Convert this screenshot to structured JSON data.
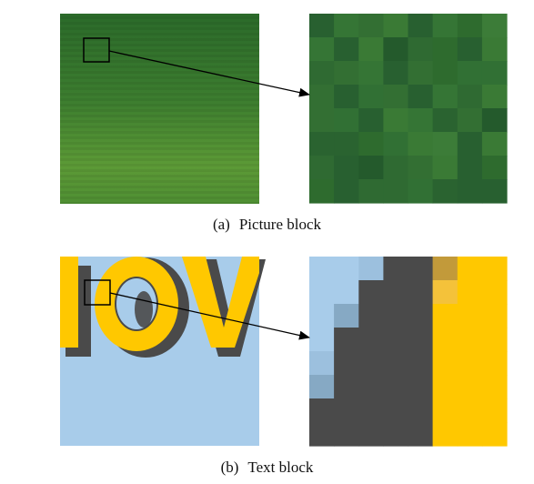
{
  "figure": {
    "panel_a": {
      "label": "(a)",
      "caption": "Picture block"
    },
    "panel_b": {
      "label": "(b)",
      "caption": "Text block"
    }
  },
  "colors": {
    "grass_dark": "#1f5a24",
    "grass_mid": "#3b7f2c",
    "grass_light": "#6aa43a",
    "sky_blue": "#a8ccea",
    "text_yellow": "#ffc800",
    "text_gray": "#4a4a4a",
    "outline": "#000000"
  }
}
